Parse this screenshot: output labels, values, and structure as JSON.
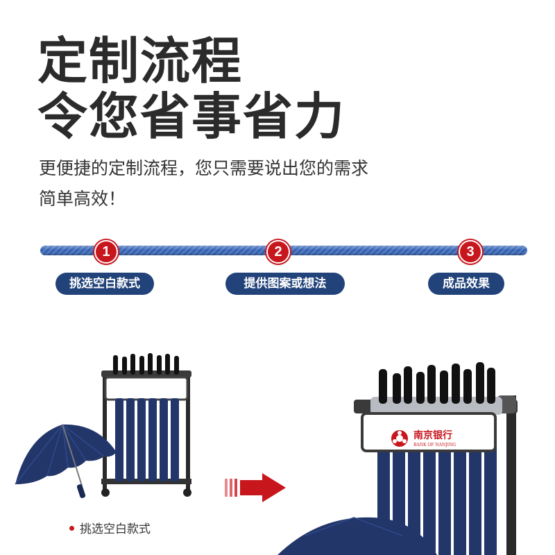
{
  "title": {
    "line1": "定制流程",
    "line2": "令您省事省力"
  },
  "subtitle": {
    "line1": "更便捷的定制流程，您只需要说出您的需求",
    "line2": "简单高效！"
  },
  "steps": [
    {
      "number": "1",
      "label": "挑选空白款式"
    },
    {
      "number": "2",
      "label": "提供图案或想法"
    },
    {
      "number": "3",
      "label": "成品效果"
    }
  ],
  "caption": "挑选空白款式",
  "bank_logo": {
    "name_cn": "南京银行",
    "name_en": "BANK OF NANJING"
  },
  "colors": {
    "accent_red": "#c8161d",
    "navy": "#22437a",
    "umbrella_navy": "#1f2f5c",
    "timeline_blue": "#3a66b0"
  }
}
